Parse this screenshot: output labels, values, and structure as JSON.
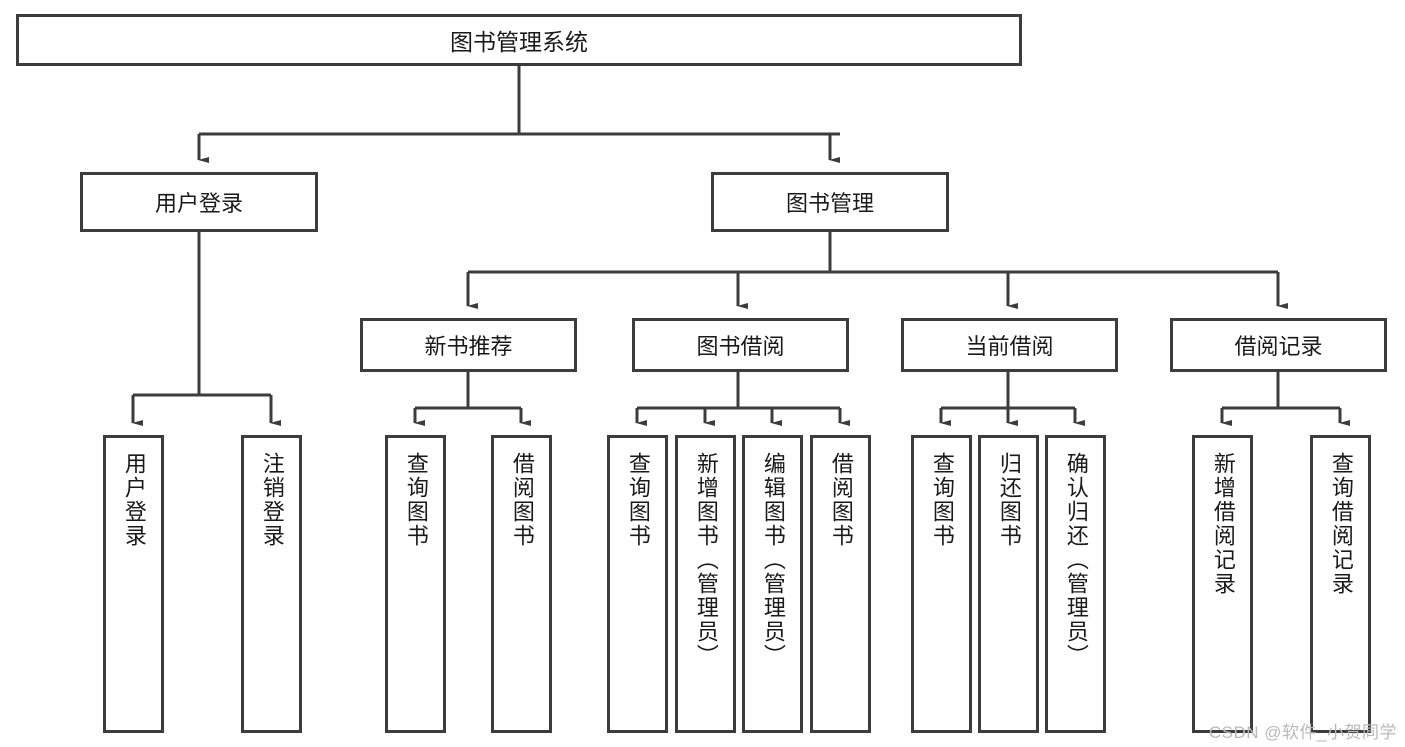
{
  "diagram": {
    "type": "tree",
    "title": "图书管理系统",
    "orientation": "top-down",
    "colors": {
      "background": "#ffffff",
      "box_border": "#3c3c3c",
      "connector": "#3c3c3c",
      "text": "#1a1a1a",
      "watermark": "#b9b9b9"
    },
    "root": {
      "label": "图书管理系统"
    },
    "level1": [
      {
        "label": "用户登录"
      },
      {
        "label": "图书管理"
      }
    ],
    "level2": [
      {
        "label": "新书推荐"
      },
      {
        "label": "图书借阅"
      },
      {
        "label": "当前借阅"
      },
      {
        "label": "借阅记录"
      }
    ],
    "leaves": {
      "user_login": [
        {
          "label": "用户登录"
        },
        {
          "label": "注销登录"
        }
      ],
      "new_book": [
        {
          "label": "查询图书"
        },
        {
          "label": "借阅图书"
        }
      ],
      "book_borrow": [
        {
          "label": "查询图书"
        },
        {
          "label": "新增图书（管理员）"
        },
        {
          "label": "编辑图书（管理员）"
        },
        {
          "label": "借阅图书"
        }
      ],
      "current_borrow": [
        {
          "label": "查询图书"
        },
        {
          "label": "归还图书"
        },
        {
          "label": "确认归还（管理员）"
        }
      ],
      "borrow_record": [
        {
          "label": "新增借阅记录"
        },
        {
          "label": "查询借阅记录"
        }
      ]
    }
  },
  "watermark": {
    "text": "CSDN @软件_小贺同学"
  }
}
